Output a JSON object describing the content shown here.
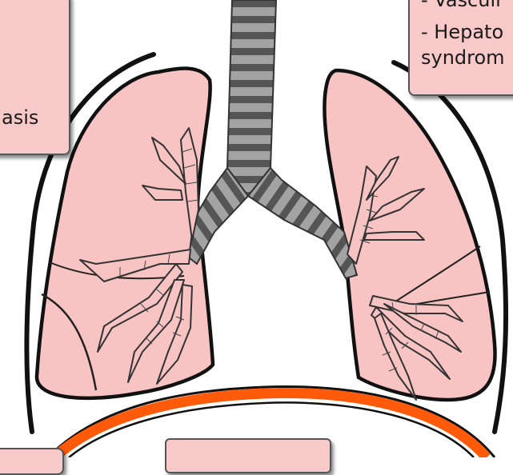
{
  "notes": {
    "left_text": "asis",
    "right_lines": [
      "- Vasculi",
      "- Hepato",
      "syndrom"
    ]
  },
  "colors": {
    "lung_fill": "#f8c3c3",
    "note_fill": "#f8c9c9",
    "trachea_dark": "#555555",
    "trachea_light": "#a3a3a3",
    "diaphragm": "#ff5a0a",
    "outline": "#111111"
  }
}
